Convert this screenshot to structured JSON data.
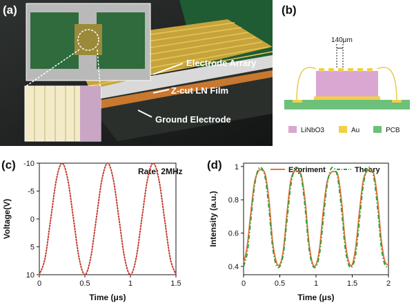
{
  "panels": {
    "a": {
      "label": "(a)",
      "callouts": [
        "Electrode Arrary",
        "Z-cut LN Film",
        "Ground Electrode"
      ]
    },
    "b": {
      "label": "(b)",
      "dimension": "140μm",
      "legend": [
        {
          "html": "LiNbO<sub>3</sub>",
          "text": "LiNbO3",
          "color": "#d9a7d1"
        },
        {
          "text": "Au",
          "color": "#f2cf4a"
        },
        {
          "text": "PCB",
          "color": "#6cc07a"
        }
      ]
    },
    "c": {
      "label": "(c)"
    },
    "d": {
      "label": "(d)"
    }
  },
  "chart_data": [
    {
      "type": "line",
      "panel": "c",
      "xlabel": "Time (μs)",
      "ylabel": "Voltage(V)",
      "annotation": "Rate: 2MHz",
      "xlim": [
        0,
        1.5
      ],
      "ylim": [
        10,
        -10
      ],
      "y_axis_inverted": true,
      "xticks": [
        0,
        0.5,
        1,
        1.5
      ],
      "xtick_labels": [
        "0",
        "0.5",
        "1",
        "1.5"
      ],
      "yticks": [
        -10,
        -5,
        0,
        5,
        10
      ],
      "ytick_labels": [
        "-10",
        "-5",
        "0",
        "5",
        "10"
      ],
      "series": [
        {
          "style": "dotted",
          "color": "#c0392b",
          "x": [
            0,
            0.0625,
            0.125,
            0.1875,
            0.25,
            0.3125,
            0.375,
            0.4375,
            0.5,
            0.5625,
            0.625,
            0.6875,
            0.75,
            0.8125,
            0.875,
            0.9375,
            1.0,
            1.0625,
            1.125,
            1.1875,
            1.25,
            1.3125,
            1.375,
            1.4375,
            1.5
          ],
          "y": [
            10,
            7.07,
            0,
            -7.07,
            -10,
            -7.07,
            0,
            7.07,
            10,
            7.07,
            0,
            -7.07,
            -10,
            -7.07,
            0,
            7.07,
            10,
            7.07,
            0,
            -7.07,
            -10,
            -7.07,
            0,
            7.07,
            10
          ]
        }
      ]
    },
    {
      "type": "line",
      "panel": "d",
      "xlabel": "Time (μs)",
      "ylabel": "Intensity (a.u.)",
      "xlim": [
        0,
        2
      ],
      "ylim": [
        0.35,
        1.02
      ],
      "xticks": [
        0,
        0.5,
        1,
        1.5,
        2
      ],
      "xtick_labels": [
        "0",
        "0.5",
        "1",
        "1.5",
        "2"
      ],
      "yticks": [
        0.4,
        0.6,
        0.8,
        1.0
      ],
      "ytick_labels": [
        "0.4",
        "0.6",
        "0.8",
        "1"
      ],
      "series": [
        {
          "name": "Expriment",
          "style": "solid",
          "color": "#e8733a",
          "x": [
            0,
            0.05,
            0.1,
            0.15,
            0.2,
            0.25,
            0.3,
            0.35,
            0.4,
            0.45,
            0.5,
            0.55,
            0.6,
            0.65,
            0.7,
            0.75,
            0.8,
            0.85,
            0.9,
            0.95,
            1.0,
            1.05,
            1.1,
            1.15,
            1.2,
            1.25,
            1.3,
            1.35,
            1.4,
            1.45,
            1.5,
            1.55,
            1.6,
            1.65,
            1.7,
            1.75,
            1.8,
            1.85,
            1.9,
            1.95,
            2.0
          ],
          "y": [
            0.42,
            0.52,
            0.72,
            0.9,
            0.97,
            0.98,
            0.95,
            0.8,
            0.55,
            0.43,
            0.41,
            0.5,
            0.72,
            0.91,
            0.97,
            0.97,
            0.94,
            0.79,
            0.55,
            0.42,
            0.41,
            0.51,
            0.73,
            0.9,
            0.96,
            0.97,
            0.95,
            0.8,
            0.56,
            0.43,
            0.41,
            0.52,
            0.73,
            0.91,
            0.97,
            0.98,
            0.95,
            0.8,
            0.56,
            0.43,
            0.41
          ]
        },
        {
          "name": "Theory",
          "style": "dashdot",
          "color": "#2e9e3e",
          "x": [
            0,
            0.05,
            0.1,
            0.15,
            0.2,
            0.25,
            0.3,
            0.35,
            0.4,
            0.45,
            0.5,
            0.55,
            0.6,
            0.65,
            0.7,
            0.75,
            0.8,
            0.85,
            0.9,
            0.95,
            1.0,
            1.05,
            1.1,
            1.15,
            1.2,
            1.25,
            1.3,
            1.35,
            1.4,
            1.45,
            1.5,
            1.55,
            1.6,
            1.65,
            1.7,
            1.75,
            1.8,
            1.85,
            1.9,
            1.95,
            2.0
          ],
          "y": [
            0.4,
            0.48,
            0.68,
            0.88,
            0.98,
            0.99,
            0.93,
            0.75,
            0.52,
            0.41,
            0.4,
            0.48,
            0.68,
            0.88,
            0.98,
            0.99,
            0.93,
            0.75,
            0.52,
            0.41,
            0.4,
            0.48,
            0.68,
            0.88,
            0.98,
            0.99,
            0.93,
            0.75,
            0.52,
            0.41,
            0.4,
            0.48,
            0.68,
            0.88,
            0.98,
            0.99,
            0.93,
            0.75,
            0.52,
            0.41,
            0.4
          ]
        }
      ],
      "legend": "top"
    }
  ]
}
